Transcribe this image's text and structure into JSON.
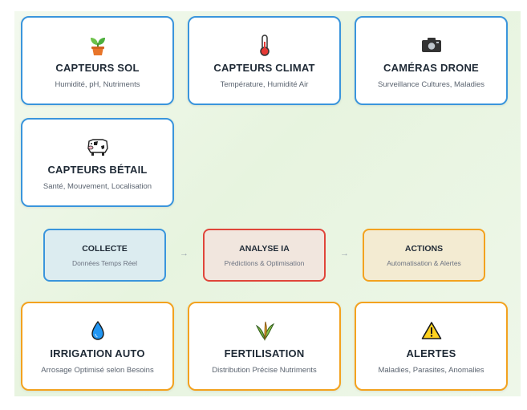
{
  "sensors": [
    {
      "title": "CAPTEURS SOL",
      "subtitle": "Humidité, pH, Nutriments",
      "icon": "seedling-icon"
    },
    {
      "title": "CAPTEURS CLIMAT",
      "subtitle": "Température, Humidité Air",
      "icon": "thermometer-icon"
    },
    {
      "title": "CAMÉRAS DRONE",
      "subtitle": "Surveillance Cultures, Maladies",
      "icon": "camera-icon"
    },
    {
      "title": "CAPTEURS BÉTAIL",
      "subtitle": "Santé, Mouvement, Localisation",
      "icon": "cow-icon"
    }
  ],
  "pipeline": [
    {
      "title": "COLLECTE",
      "subtitle": "Données Temps Réel"
    },
    {
      "title": "ANALYSE IA",
      "subtitle": "Prédictions & Optimisation"
    },
    {
      "title": "ACTIONS",
      "subtitle": "Automatisation & Alertes"
    }
  ],
  "arrow_glyph": "→",
  "outputs": [
    {
      "title": "IRRIGATION AUTO",
      "subtitle": "Arrosage Optimisé selon Besoins",
      "icon": "water-drop-icon"
    },
    {
      "title": "FERTILISATION",
      "subtitle": "Distribution Précise Nutriments",
      "icon": "plant-icon"
    },
    {
      "title": "ALERTES",
      "subtitle": "Maladies, Parasites, Anomalies",
      "icon": "warning-icon"
    }
  ],
  "colors": {
    "blue": "#3a95dc",
    "red": "#e0453a",
    "orange": "#f3a21f"
  }
}
